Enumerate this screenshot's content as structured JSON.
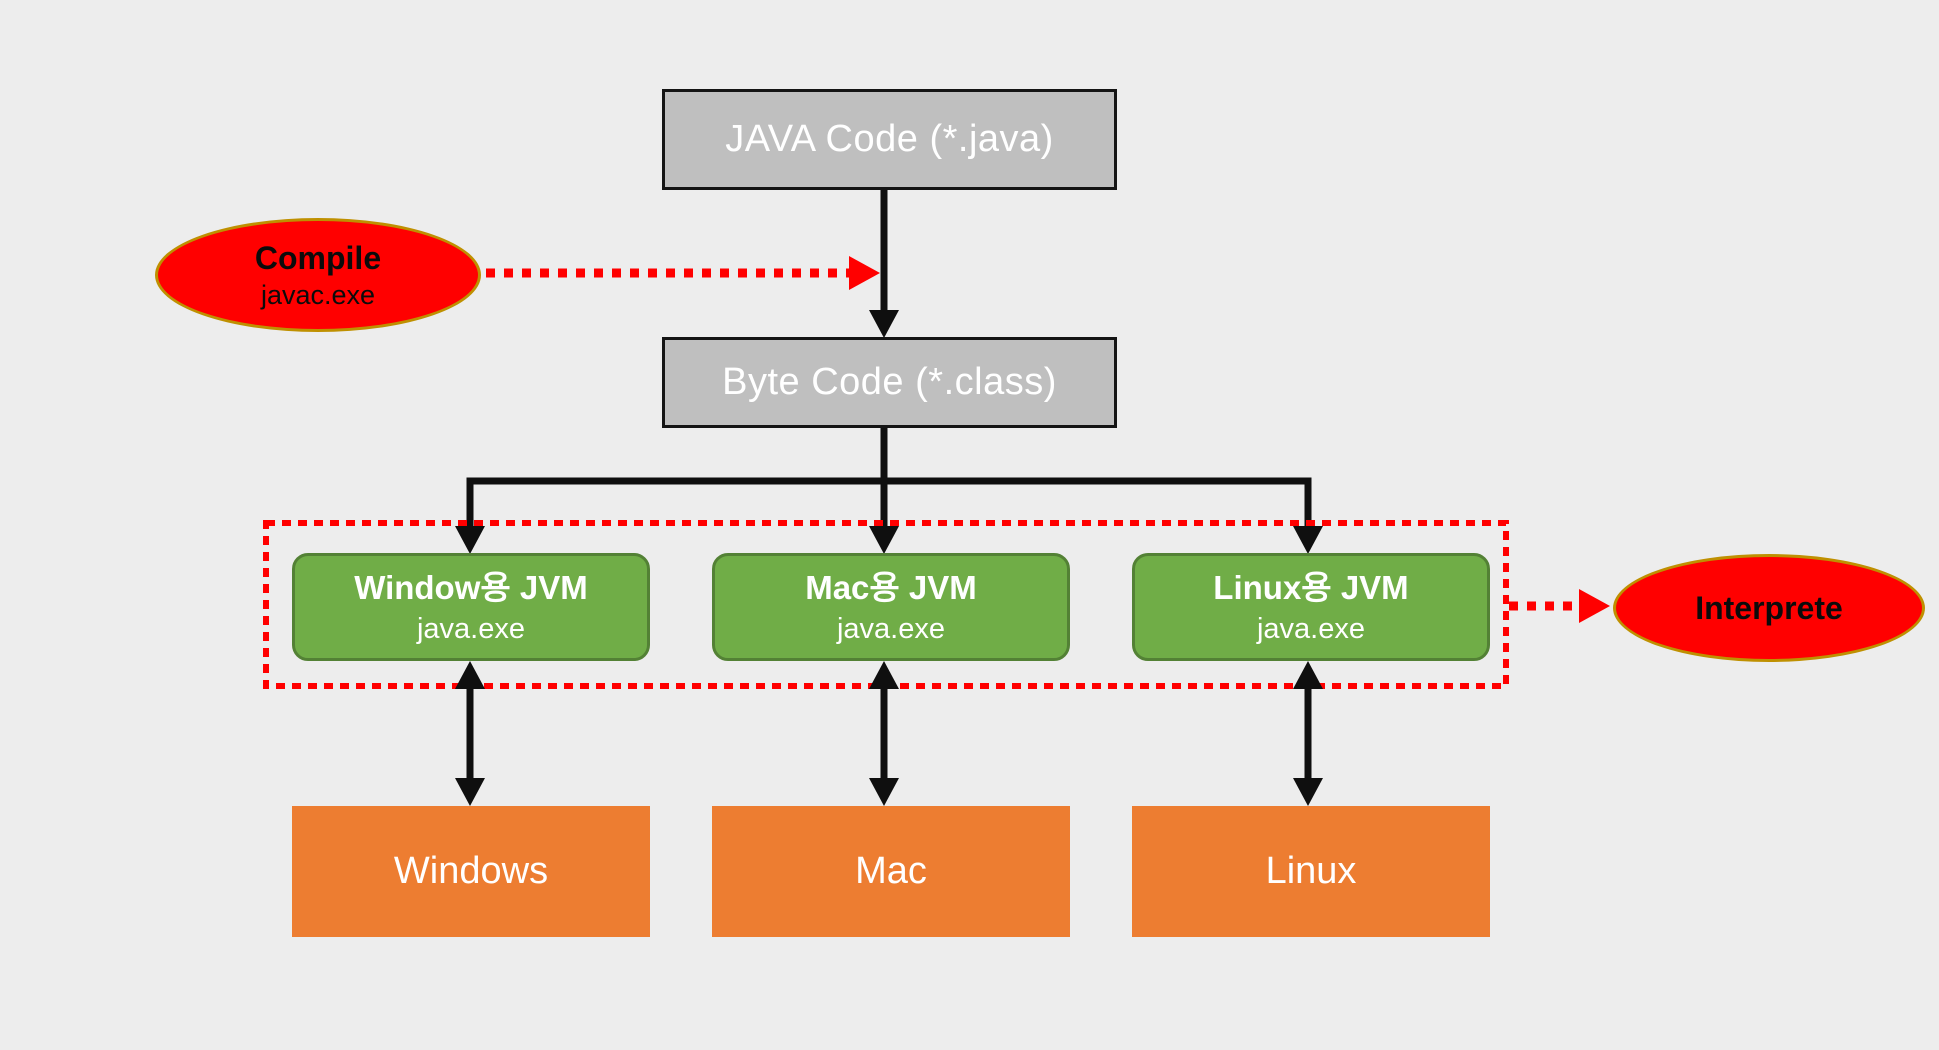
{
  "colors": {
    "bg": "#EDEDED",
    "gray-fill": "#BFBFBF",
    "gray-border": "#141414",
    "green-fill": "#70AD47",
    "green-border": "#538135",
    "orange-fill": "#ED7D31",
    "red": "#FF0000",
    "gold": "#BF9000",
    "black": "#0F0F0F",
    "white": "#FFFFFF",
    "text-dark": "#0B0B0B"
  },
  "nodes": {
    "java_code": {
      "label": "JAVA Code (*.java)"
    },
    "byte_code": {
      "label": "Byte Code (*.class)"
    },
    "compile": {
      "title": "Compile",
      "subtitle": "javac.exe"
    },
    "interprete": {
      "title": "Interprete"
    },
    "jvm": [
      {
        "title": "Window용 JVM",
        "subtitle": "java.exe"
      },
      {
        "title": "Mac용 JVM",
        "subtitle": "java.exe"
      },
      {
        "title": "Linux용 JVM",
        "subtitle": "java.exe"
      }
    ],
    "os": [
      {
        "label": "Windows"
      },
      {
        "label": "Mac"
      },
      {
        "label": "Linux"
      }
    ]
  }
}
